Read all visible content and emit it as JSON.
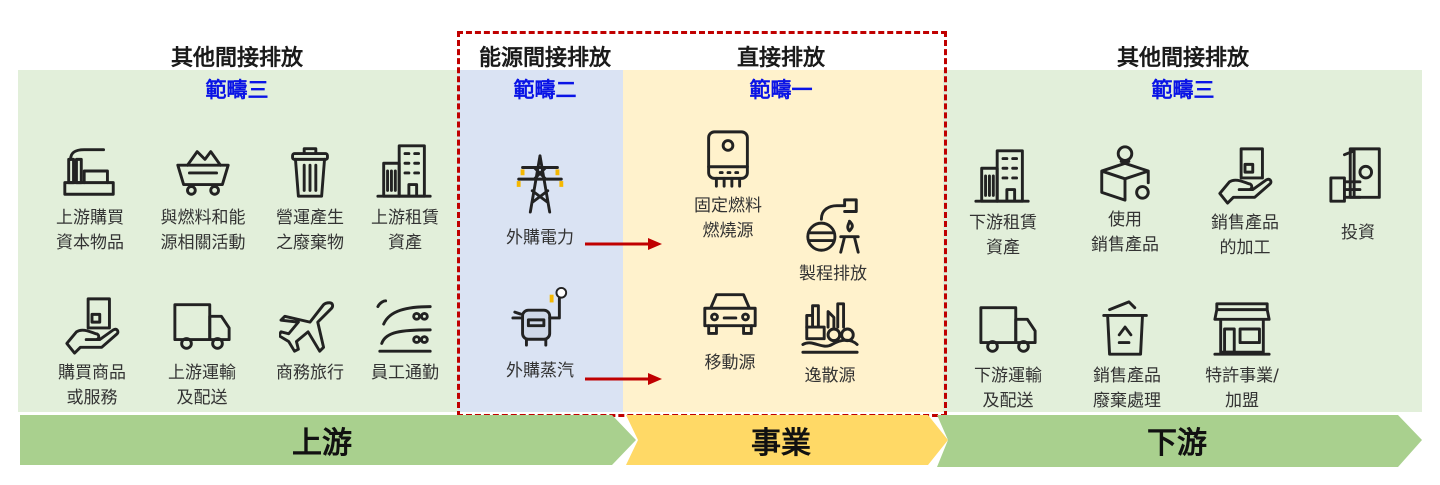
{
  "colors": {
    "scope3_bg": "#e2efda",
    "scope2_bg": "#dae3f3",
    "scope1_bg": "#fff2cc",
    "green_band": "#a9d08e",
    "yellow_band": "#ffd966",
    "scope_text": "#0a14e6",
    "dash": "#c00000",
    "arrow": "#c00000"
  },
  "upstream": {
    "title": "其他間接排放",
    "scope": "範疇三",
    "band": "上游",
    "items": [
      {
        "label": "上游購買\n資本物品",
        "icon": "factory-icon"
      },
      {
        "label": "與燃料和能\n源相關活動",
        "icon": "mine-cart-icon"
      },
      {
        "label": "營運產生\n之廢棄物",
        "icon": "trash-can-icon"
      },
      {
        "label": "上游租賃\n資產",
        "icon": "building-icon"
      },
      {
        "label": "購買商品\n或服務",
        "icon": "hand-package-icon"
      },
      {
        "label": "上游運輸\n及配送",
        "icon": "truck-icon"
      },
      {
        "label": "商務旅行",
        "icon": "airplane-icon"
      },
      {
        "label": "員工通勤",
        "icon": "train-icon"
      }
    ]
  },
  "energy": {
    "title": "能源間接排放",
    "scope": "範疇二",
    "items": [
      {
        "label": "外購電力",
        "icon": "power-tower-icon"
      },
      {
        "label": "外購蒸汽",
        "icon": "steam-boiler-icon"
      }
    ]
  },
  "direct": {
    "title": "直接排放",
    "scope": "範疇一",
    "band": "事業",
    "items": [
      {
        "label": "固定燃料\n燃燒源",
        "icon": "boiler-icon"
      },
      {
        "label": "製程排放",
        "icon": "process-icon"
      },
      {
        "label": "移動源",
        "icon": "car-icon"
      },
      {
        "label": "逸散源",
        "icon": "fugitive-icon"
      }
    ]
  },
  "downstream": {
    "title": "其他間接排放",
    "scope": "範疇三",
    "band": "下游",
    "items": [
      {
        "label": "下游租賃\n資產",
        "icon": "building-icon"
      },
      {
        "label": "使用\n銷售產品",
        "icon": "box-bulb-icon"
      },
      {
        "label": "銷售產品\n的加工",
        "icon": "hand-package-icon"
      },
      {
        "label": "投資",
        "icon": "money-hand-icon"
      },
      {
        "label": "下游運輸\n及配送",
        "icon": "truck-icon"
      },
      {
        "label": "銷售產品\n廢棄處理",
        "icon": "recycle-bin-icon"
      },
      {
        "label": "特許事業/\n加盟",
        "icon": "store-icon"
      }
    ]
  }
}
